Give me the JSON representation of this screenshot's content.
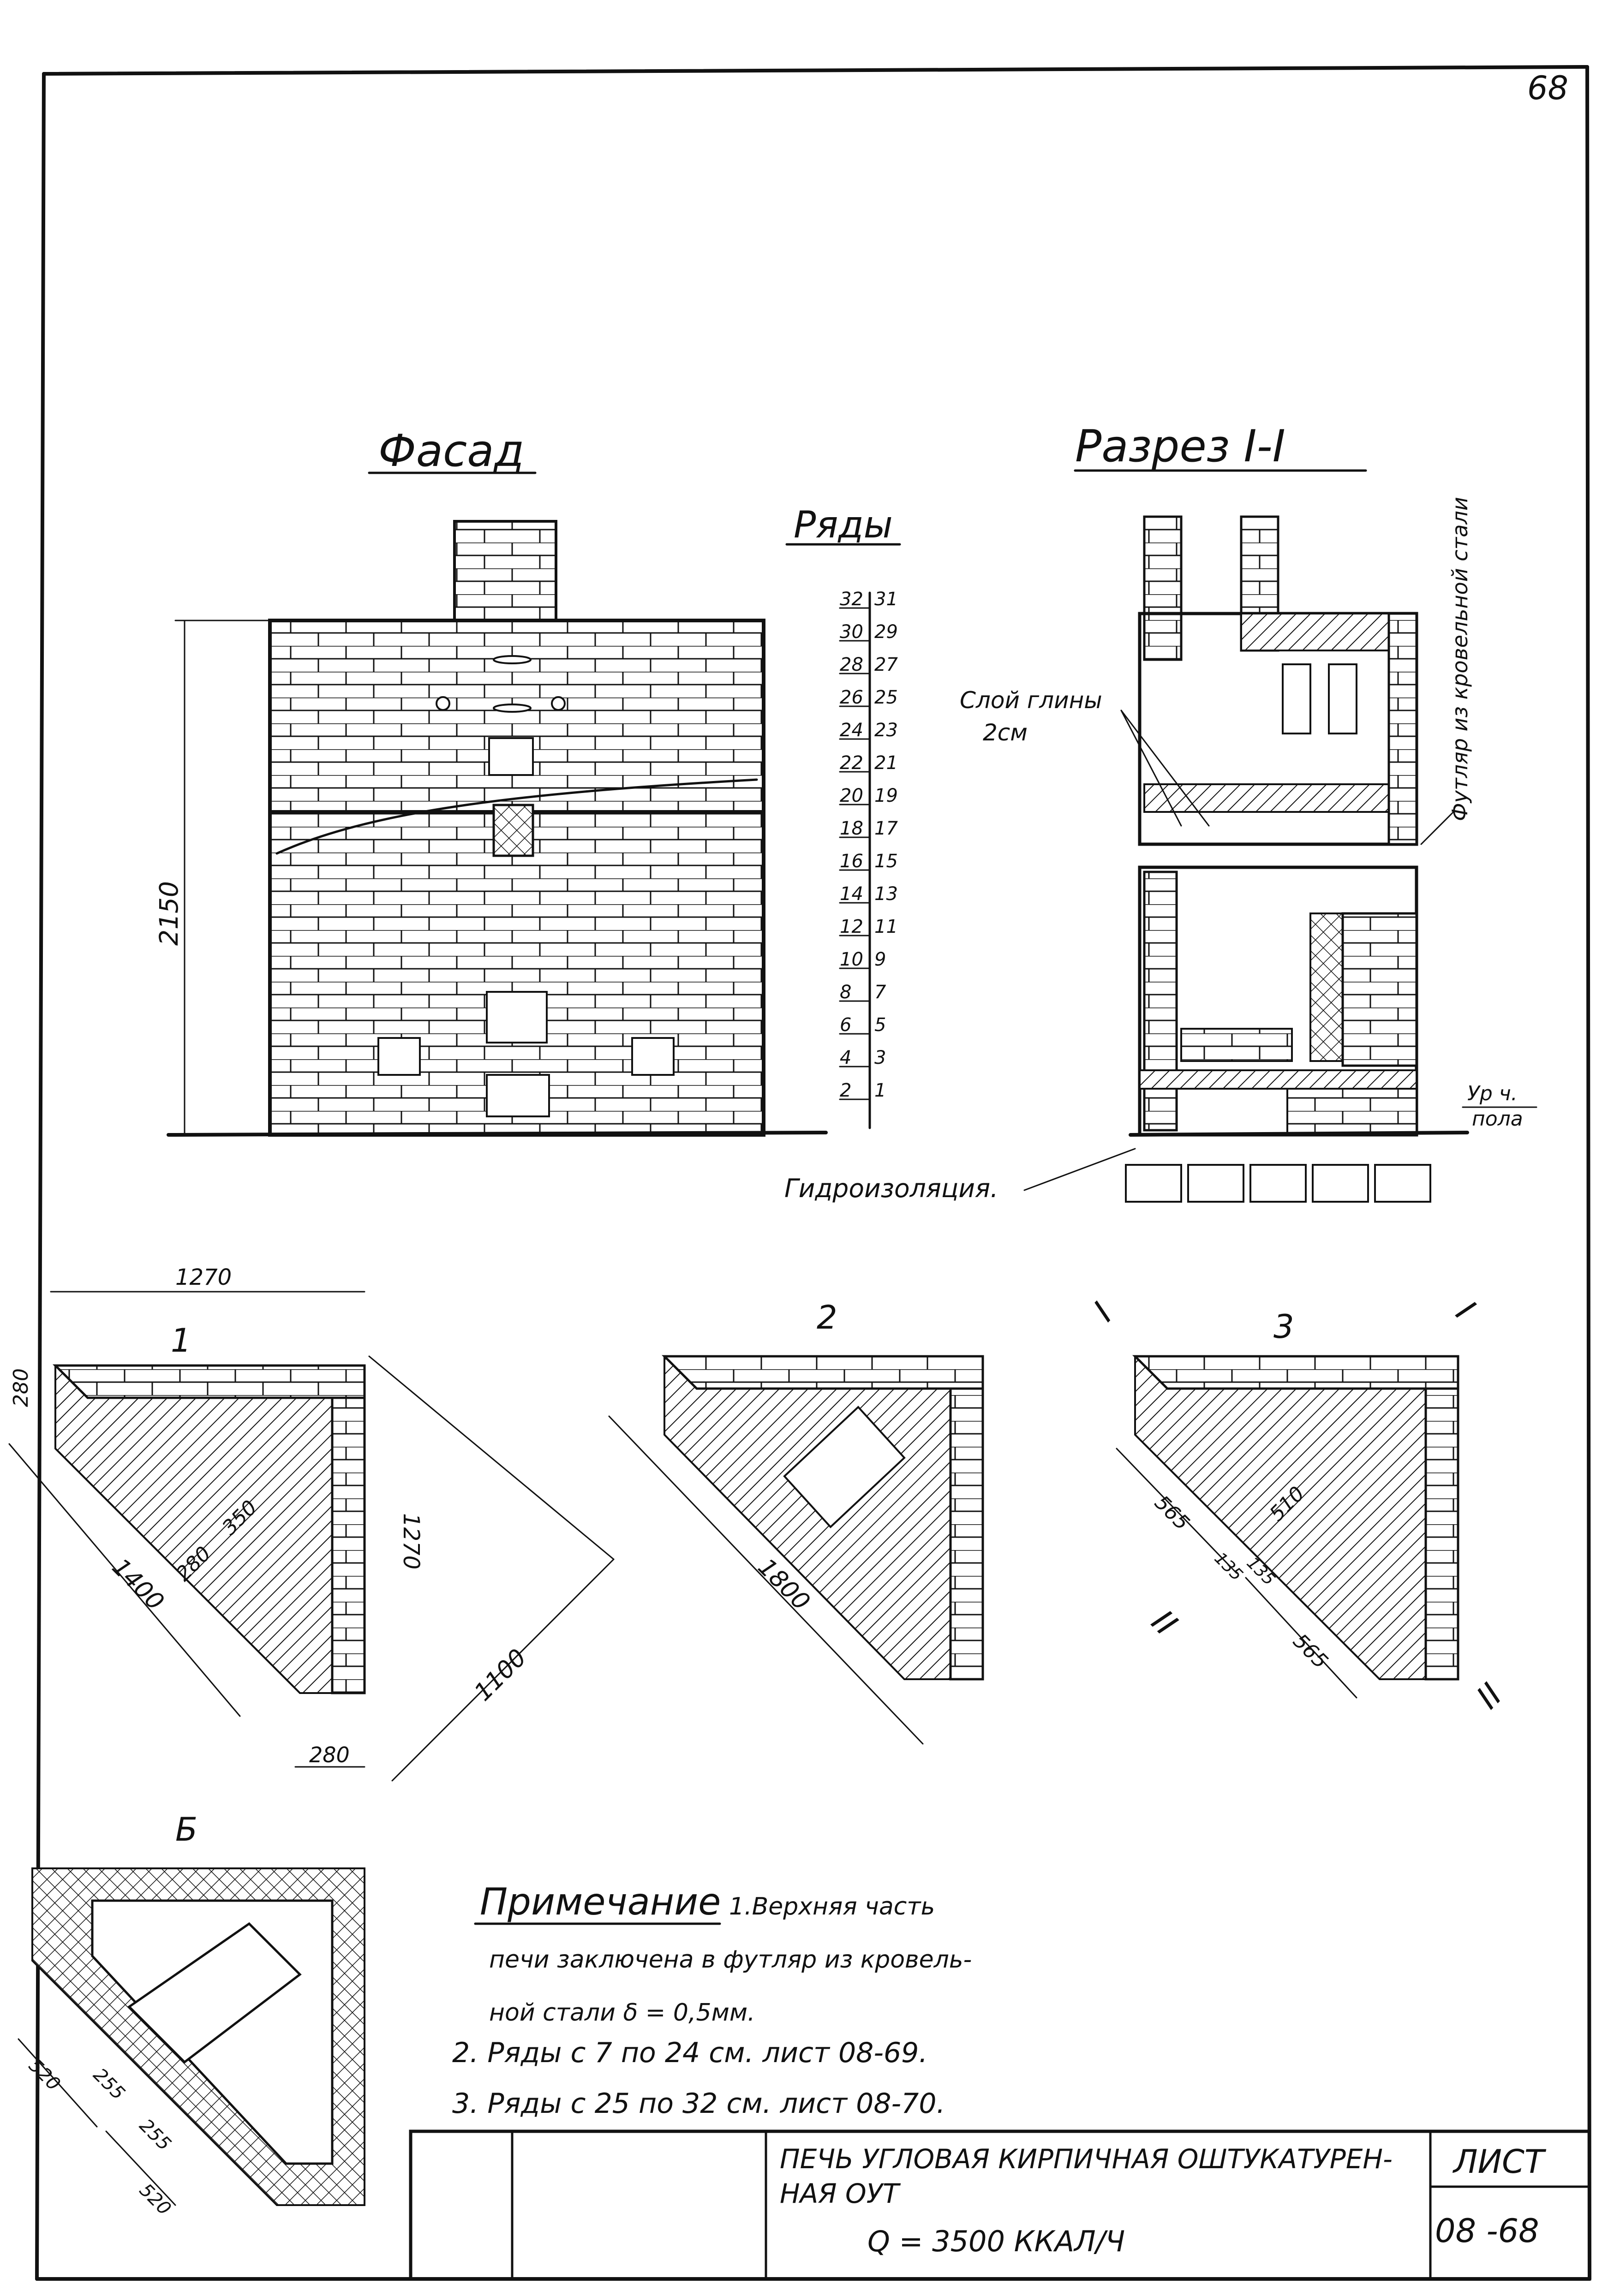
{
  "sheet_number": "68",
  "facade": {
    "title": "Фасад",
    "height_dim": "2150"
  },
  "rows_scale": {
    "title": "Ряды",
    "left_labels": [
      "32",
      "30",
      "28",
      "26",
      "24",
      "22",
      "20",
      "18",
      "16",
      "14",
      "12",
      "10",
      "8",
      "6",
      "4",
      "2"
    ],
    "right_labels": [
      "31",
      "29",
      "27",
      "25",
      "23",
      "21",
      "19",
      "17",
      "15",
      "13",
      "11",
      "9",
      "7",
      "5",
      "3",
      "1"
    ]
  },
  "section": {
    "title": "Разрез I-I",
    "clay_layer": "Слой глины",
    "clay_thickness": "2см",
    "casing_note": "Футляр из кровельной стали",
    "floor_level_1": "Ур ч.",
    "floor_level_2": "пола",
    "waterproofing": "Гидроизоляция."
  },
  "plans": {
    "plan1": {
      "label": "1",
      "dims": [
        "1270",
        "280",
        "350",
        "280",
        "1400",
        "1270",
        "1100",
        "280"
      ]
    },
    "plan2": {
      "label": "2",
      "dims": [
        "1800"
      ]
    },
    "plan3": {
      "label": "3",
      "dims": [
        "565",
        "510",
        "135",
        "135",
        "565"
      ],
      "cut_marks": [
        "I",
        "I",
        "II",
        "II"
      ]
    },
    "planB": {
      "label": "Б",
      "dims": [
        "520",
        "255",
        "255",
        "520"
      ]
    }
  },
  "notes": {
    "heading": "Примечание",
    "lines": [
      "1.Верхняя часть",
      "печи заключена в футляр из кровель-",
      "ной стали δ = 0,5мм.",
      "2. Ряды с 7 по 24 см. лист 08-69.",
      "3. Ряды с 25 по 32 см. лист 08-70."
    ]
  },
  "title_block": {
    "name_line1": "ПЕЧЬ УГЛОВАЯ КИРПИЧНАЯ ОШТУКАТУРЕН-",
    "name_line2": "НАЯ ОУТ",
    "capacity": "Q = 3500 ККАЛ/Ч",
    "sheet_label": "ЛИСТ",
    "sheet_code": "08 -68"
  }
}
